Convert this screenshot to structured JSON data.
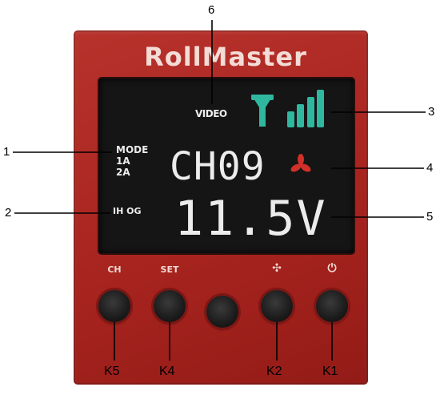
{
  "device": {
    "brand": "RollMaster",
    "colors": {
      "body": "#a8241f",
      "screen": "#151515",
      "accent_teal": "#2fb7a0",
      "fan_red": "#d0302a"
    }
  },
  "screen": {
    "video_label": "VIDEO",
    "mode_label": "MODE",
    "mode_options": [
      "1A",
      "2A"
    ],
    "ihog_label": "IH OG",
    "channel": "CH09",
    "voltage": "11.5V",
    "icons": [
      "antenna-icon",
      "signal-bars-icon",
      "fan-icon"
    ]
  },
  "buttons": [
    {
      "label": "CH",
      "key": "K5"
    },
    {
      "label": "SET",
      "key": "K4"
    },
    {
      "label": "",
      "key": ""
    },
    {
      "label": "✣",
      "key": "K2"
    },
    {
      "label": "⏻",
      "key": "K1"
    }
  ],
  "callouts": [
    "1",
    "2",
    "3",
    "4",
    "5",
    "6"
  ]
}
